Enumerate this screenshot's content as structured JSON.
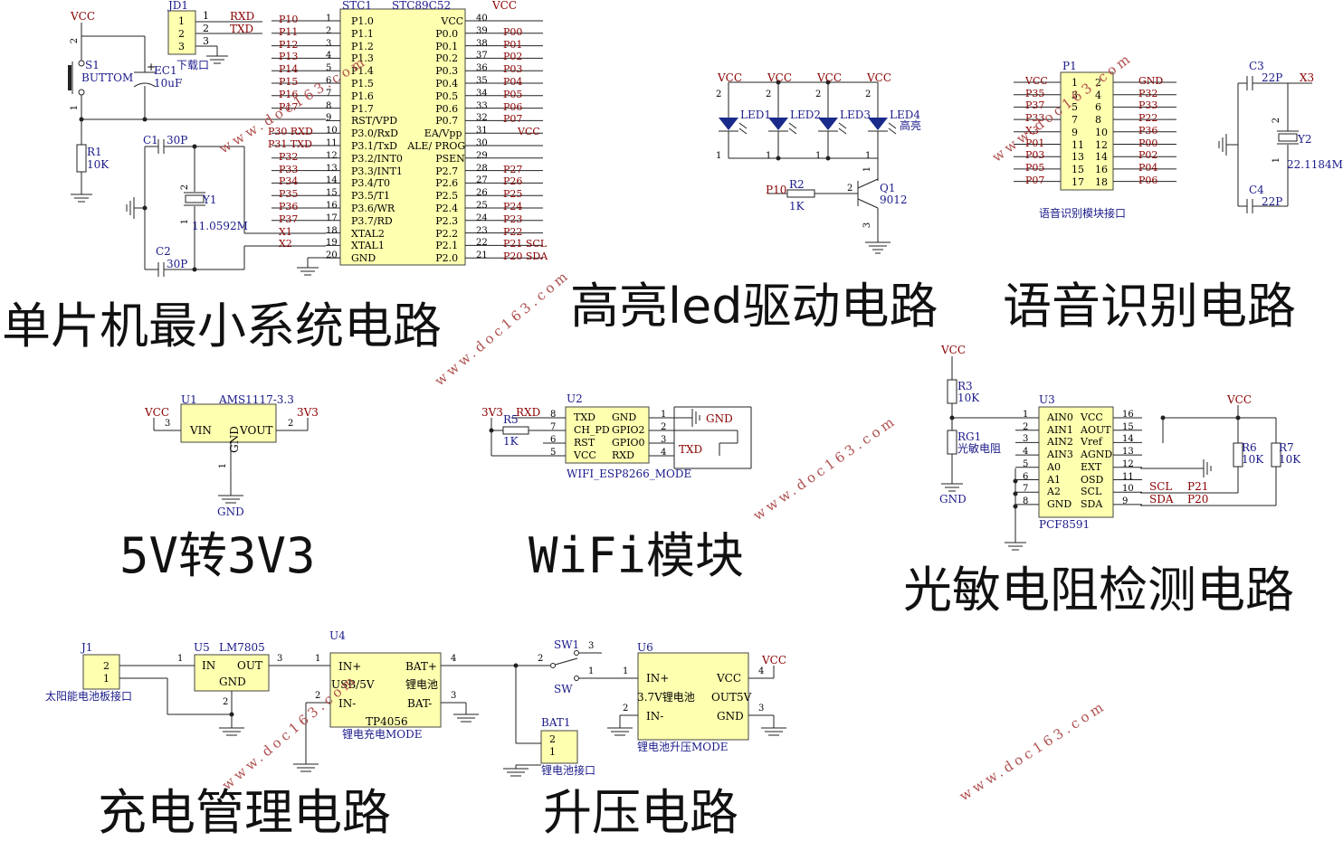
{
  "titles": {
    "mcu": "单片机最小系统电路",
    "led": "高亮led驱动电路",
    "voice": "语音识别电路",
    "reg3v3": "5V转3V3",
    "wifi": "WiFi模块",
    "ldr": "光敏电阻检测电路",
    "charge": "充电管理电路",
    "boost": "升压电路"
  },
  "watermark": "www.doc163.com",
  "mcu": {
    "vcc": "VCC",
    "jd1": "JD1",
    "jd1_pins": [
      "1",
      "2",
      "3"
    ],
    "jd1_sig": [
      "RXD",
      "TXD"
    ],
    "jd1_name": "下载口",
    "s1": "S1",
    "s1_name": "BUTTOM",
    "ec1": "EC1",
    "ec1_val": "10uF",
    "ec1_plus": "+",
    "r1": "R1",
    "r1_val": "10K",
    "c1": "C1",
    "c1_val": "30P",
    "c2": "C2",
    "c2_val": "30P",
    "y1": "Y1",
    "y1_val": "11.0592M",
    "n1": "1",
    "n2": "2",
    "chip_ref": "STC1",
    "chip_name": "STC89C52",
    "vcc_top": "VCC",
    "left_nets": [
      "P10",
      "P11",
      "P12",
      "P13",
      "P14",
      "P15",
      "P16",
      "P17",
      "",
      "P30  RXD",
      "P31  TXD",
      "P32",
      "P33",
      "P34",
      "P35",
      "P36",
      "P37",
      "X1",
      "X2",
      ""
    ],
    "left_nums": [
      "1",
      "2",
      "3",
      "4",
      "5",
      "6",
      "7",
      "8",
      "9",
      "10",
      "11",
      "12",
      "13",
      "14",
      "15",
      "16",
      "17",
      "18",
      "19",
      "20"
    ],
    "left_pins": [
      "P1.0",
      "P1.1",
      "P1.2",
      "P1.3",
      "P1.4",
      "P1.5",
      "P1.6",
      "P1.7",
      "RST/VPD",
      "P3.0/RxD",
      "P3.1/TxD",
      "P3.2/INT0",
      "P3.3/INT1",
      "P3.4/T0",
      "P3.5/T1",
      "P3.6/WR",
      "P3.7/RD",
      "XTAL2",
      "XTAL1",
      "GND"
    ],
    "right_pins": [
      "VCC",
      "P0.0",
      "P0.1",
      "P0.2",
      "P0.3",
      "P0.4",
      "P0.5",
      "P0.6",
      "P0.7",
      "EA/Vpp",
      "ALE/ PROG",
      "PSEN",
      "P2.7",
      "P2.6",
      "P2.5",
      "P2.4",
      "P2.3",
      "P2.2",
      "P2.1",
      "P2.0"
    ],
    "right_nums": [
      "40",
      "39",
      "38",
      "37",
      "36",
      "35",
      "34",
      "33",
      "32",
      "31",
      "30",
      "29",
      "28",
      "27",
      "26",
      "25",
      "24",
      "23",
      "22",
      "21"
    ],
    "right_nets": [
      "",
      "P00",
      "P01",
      "P02",
      "P03",
      "P04",
      "P05",
      "P06",
      "P07",
      "VCC",
      "",
      "",
      "P27",
      "P26",
      "P25",
      "P24",
      "P23",
      "P22",
      "P21  SCL",
      "P20  SDA"
    ]
  },
  "led": {
    "vcc": [
      "VCC",
      "VCC",
      "VCC",
      "VCC"
    ],
    "names": [
      "LED1",
      "LED2",
      "LED3",
      "LED4"
    ],
    "led4_note": "高亮",
    "pin1": "1",
    "pin2": "2",
    "r2": "R2",
    "r2_val": "1K",
    "p10": "P10",
    "q1": "Q1",
    "q1_val": "9012",
    "q_pin1": "1",
    "q_pin2": "2",
    "q_pin3": "3"
  },
  "voice": {
    "ref": "P1",
    "left_nums": [
      "1",
      "3",
      "5",
      "7",
      "9",
      "11",
      "13",
      "15",
      "17"
    ],
    "right_nums": [
      "2",
      "4",
      "6",
      "8",
      "10",
      "12",
      "14",
      "16",
      "18"
    ],
    "left_nets": [
      "VCC",
      "P35",
      "P37",
      "P33",
      "X3",
      "P01",
      "P03",
      "P05",
      "P07"
    ],
    "right_nets": [
      "GND",
      "P32",
      "P33",
      "P22",
      "P36",
      "P00",
      "P02",
      "P04",
      "P06"
    ],
    "caption": "语音识别模块接口",
    "c3": "C3",
    "c3_val": "22P",
    "c4": "C4",
    "c4_val": "22P",
    "x3": "X3",
    "y2": "Y2",
    "y2_val": "22.1184M",
    "p1": "1",
    "p2": "2"
  },
  "reg": {
    "u1": "U1",
    "name": "AMS1117-3.3",
    "vcc": "VCC",
    "v3": "3V3",
    "vin": "VIN",
    "gnd_pin": "GND",
    "vout": "VOUT",
    "pin3": "3",
    "pin2": "2",
    "pin1": "1",
    "gnd": "GND"
  },
  "wifi": {
    "u2": "U2",
    "v3": "3V3",
    "r5": "R5",
    "r5_val": "1K",
    "rxd": "RXD",
    "txd": "TXD",
    "gnd": "GND",
    "left_pins": [
      "TXD",
      "CH_PD",
      "RST",
      "VCC"
    ],
    "right_pins": [
      "GND",
      "GPIO2",
      "GPIO0",
      "RXD"
    ],
    "left_nums": [
      "8",
      "7",
      "6",
      "5"
    ],
    "right_nums": [
      "1",
      "2",
      "3",
      "4"
    ],
    "mode": "WIFI_ESP8266_MODE"
  },
  "ldr": {
    "vcc": "VCC",
    "vcc2": "VCC",
    "r3": "R3",
    "r3_val": "10K",
    "rg1": "RG1",
    "rg1_name": "光敏电阻",
    "gnd": "GND",
    "u3": "U3",
    "left_pins": [
      "AIN0",
      "AIN1",
      "AIN2",
      "AIN3",
      "A0",
      "A1",
      "A2",
      "GND"
    ],
    "right_pins": [
      "VCC",
      "AOUT",
      "Vref",
      "AGND",
      "EXT",
      "OSD",
      "SCL",
      "SDA"
    ],
    "left_nums": [
      "1",
      "2",
      "3",
      "4",
      "5",
      "6",
      "7",
      "8"
    ],
    "right_nums": [
      "16",
      "15",
      "14",
      "13",
      "12",
      "11",
      "10",
      "9"
    ],
    "chip": "PCF8591",
    "r6": "R6",
    "r6_val": "10K",
    "r7": "R7",
    "r7_val": "10K",
    "scl": "SCL",
    "sda": "SDA",
    "p21": "P21",
    "p20": "P20"
  },
  "charge": {
    "j1": "J1",
    "j1_pins": [
      "2",
      "1"
    ],
    "j1_name": "太阳能电池板接口",
    "u5": "U5",
    "u5_name": "LM7805",
    "in": "IN",
    "out": "OUT",
    "gnd": "GND",
    "n1": "1",
    "n2": "2",
    "n3": "3",
    "n4": "4",
    "u4": "U4",
    "in_plus": "IN+",
    "usb": "USB/5V",
    "in_minus": "IN-",
    "bat_plus": "BAT+",
    "li": "锂电池",
    "bat_minus": "BAT-",
    "tp": "TP4056",
    "mode": "锂电充电MODE"
  },
  "boost": {
    "sw1": "SW1",
    "sw": "SW",
    "bat1": "BAT1",
    "bat_pins": [
      "2",
      "1"
    ],
    "bat_name": "锂电池接口",
    "u6": "U6",
    "in_plus": "IN+",
    "li": "3.7V锂电池",
    "in_minus": "IN-",
    "vcc_pin": "VCC",
    "out5v": "OUT5V",
    "gnd": "GND",
    "vcc": "VCC",
    "mode": "锂电池升压MODE",
    "n1": "1",
    "n2": "2",
    "n3": "3",
    "n4": "4"
  }
}
